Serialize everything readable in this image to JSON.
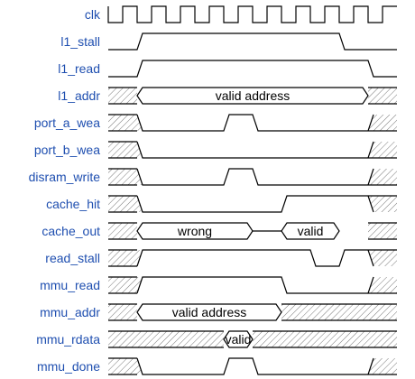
{
  "diagram": {
    "type": "timing_diagram",
    "label_color": "#1f4fb0",
    "line_color": "#000000",
    "clock": {
      "name": "clk",
      "cycles": 10
    },
    "signals": [
      {
        "name": "l1_stall",
        "kind": "bit",
        "wave": [
          "0",
          "1",
          "1",
          "1",
          "1",
          "1",
          "1",
          "1",
          "0",
          "0"
        ]
      },
      {
        "name": "l1_read",
        "kind": "bit",
        "wave": [
          "0",
          "1",
          "1",
          "1",
          "1",
          "1",
          "1",
          "1",
          "1",
          "0"
        ]
      },
      {
        "name": "l1_addr",
        "kind": "bus",
        "segments": [
          {
            "state": "x",
            "from": 0,
            "to": 1
          },
          {
            "state": "data",
            "from": 1,
            "to": 9,
            "text": "valid address"
          },
          {
            "state": "x",
            "from": 9,
            "to": 10
          }
        ]
      },
      {
        "name": "port_a_wea",
        "kind": "bit",
        "wave": [
          "x",
          "0",
          "0",
          "0",
          "1",
          "0",
          "0",
          "0",
          "0",
          "x"
        ]
      },
      {
        "name": "port_b_wea",
        "kind": "bit",
        "wave": [
          "x",
          "0",
          "0",
          "0",
          "0",
          "0",
          "0",
          "0",
          "0",
          "x"
        ]
      },
      {
        "name": "disram_write",
        "kind": "bit",
        "wave": [
          "x",
          "0",
          "0",
          "0",
          "1",
          "0",
          "0",
          "0",
          "0",
          "x"
        ]
      },
      {
        "name": "cache_hit",
        "kind": "bit",
        "wave": [
          "x",
          "0",
          "0",
          "0",
          "0",
          "0",
          "1",
          "1",
          "1",
          "x"
        ]
      },
      {
        "name": "cache_out",
        "kind": "bus",
        "segments": [
          {
            "state": "x",
            "from": 0,
            "to": 1
          },
          {
            "state": "data",
            "from": 1,
            "to": 5,
            "text": "wrong"
          },
          {
            "state": "data",
            "from": 6,
            "to": 8,
            "text": "valid"
          },
          {
            "state": "x",
            "from": 9,
            "to": 10
          }
        ]
      },
      {
        "name": "read_stall",
        "kind": "bit",
        "wave": [
          "x",
          "1",
          "1",
          "1",
          "1",
          "1",
          "1",
          "0",
          "1",
          "x"
        ]
      },
      {
        "name": "mmu_read",
        "kind": "bit",
        "wave": [
          "x",
          "1",
          "1",
          "1",
          "1",
          "1",
          "0",
          "0",
          "0",
          "x"
        ]
      },
      {
        "name": "mmu_addr",
        "kind": "bus",
        "segments": [
          {
            "state": "x",
            "from": 0,
            "to": 1
          },
          {
            "state": "data",
            "from": 1,
            "to": 6,
            "text": "valid address"
          },
          {
            "state": "x",
            "from": 6,
            "to": 10
          }
        ]
      },
      {
        "name": "mmu_rdata",
        "kind": "bus",
        "segments": [
          {
            "state": "x",
            "from": 0,
            "to": 4
          },
          {
            "state": "data",
            "from": 4,
            "to": 5,
            "text": "valid"
          },
          {
            "state": "x",
            "from": 5,
            "to": 10
          }
        ]
      },
      {
        "name": "mmu_done",
        "kind": "bit",
        "wave": [
          "x",
          "0",
          "0",
          "0",
          "1",
          "0",
          "0",
          "0",
          "0",
          "x"
        ]
      }
    ]
  }
}
